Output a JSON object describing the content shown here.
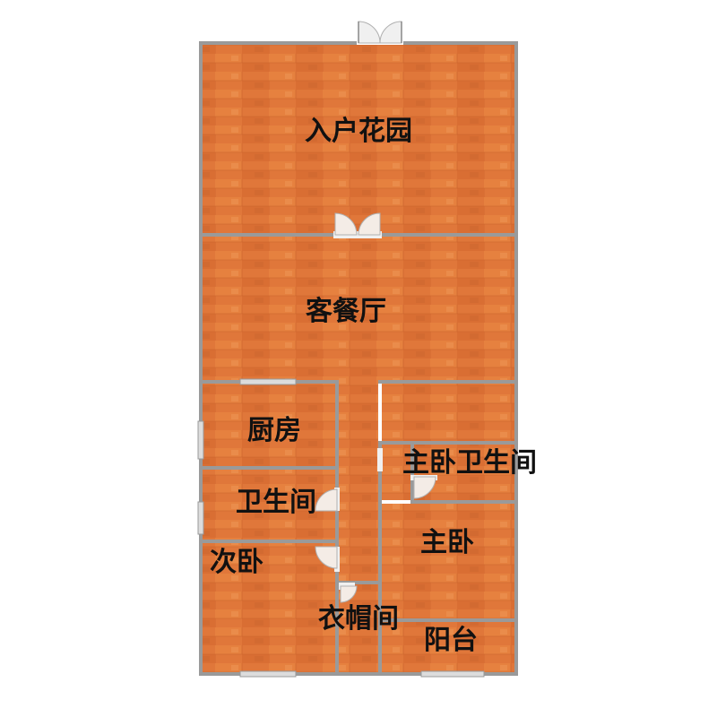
{
  "rooms": {
    "entry_garden": "入户花园",
    "living_dining": "客餐厅",
    "kitchen": "厨房",
    "bathroom": "卫生间",
    "master_bathroom": "主卧卫生间",
    "master_bedroom": "主卧",
    "second_bedroom": "次卧",
    "cloakroom": "衣帽间",
    "balcony": "阳台"
  },
  "colors": {
    "floor_wood": "#e0773a",
    "floor_wood_light": "#ea8a45",
    "floor_wood_dark": "#c9612a",
    "wall": "#9a9a9a",
    "door_panel": "#f0f0f0",
    "window_glass": "#dcdcdc",
    "label_text": "#111111"
  }
}
